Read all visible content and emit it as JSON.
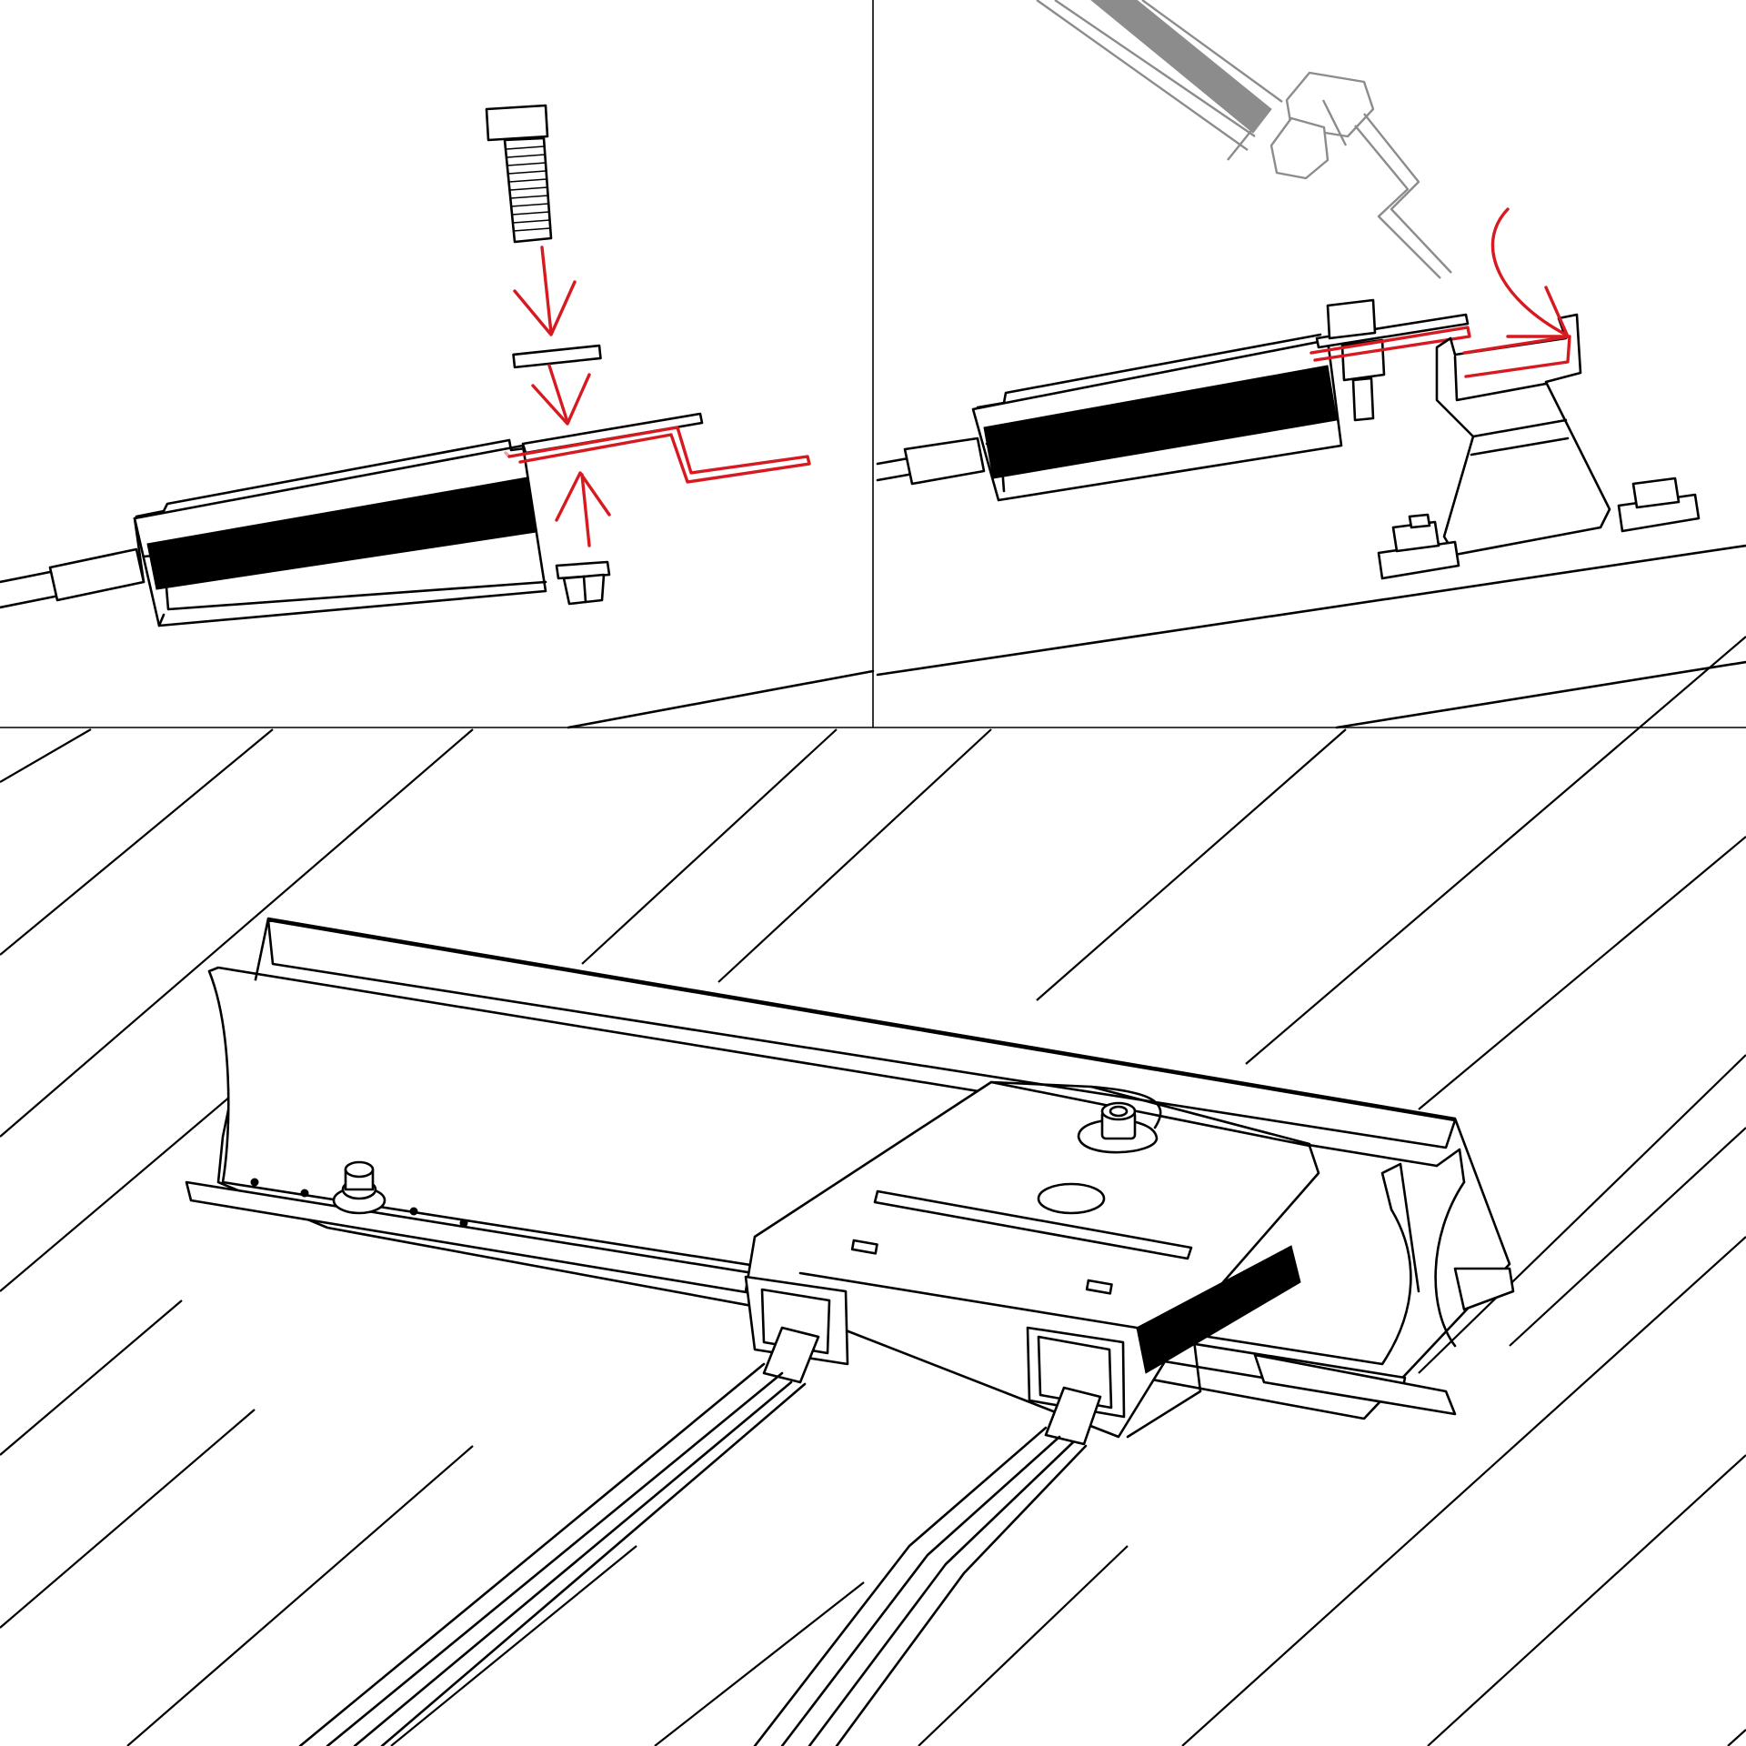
{
  "figure": {
    "kind": "assembly-instruction-illustration",
    "text": "",
    "colors": {
      "line": "#000000",
      "accent": "#d71920",
      "ghost": "#8c8c8c",
      "background": "#ffffff"
    }
  },
  "panels": [
    {
      "id": "step-fasten-bracket",
      "icons": [
        "hex-socket-bolt-icon",
        "washer-icon",
        "z-bracket-icon",
        "flange-nut-icon",
        "rail-profile-icon",
        "cable-icon"
      ],
      "arrows": [
        "arrow-down-bolt",
        "arrow-down-washer",
        "arrow-up-nut"
      ]
    },
    {
      "id": "step-hook-bracket-into-rail",
      "icons": [
        "ghost-bracket-icon",
        "fastened-bracket-icon",
        "mounting-rail-icon",
        "base-bolt-icon"
      ],
      "arrows": [
        "arrow-curved-hook-in"
      ]
    },
    {
      "id": "result-installed-assembly",
      "icons": [
        "deck-boards-icon",
        "mounting-rail-icon",
        "junction-box-icon",
        "cable-gland-icon",
        "cable-icon",
        "base-bolt-icon"
      ],
      "arrows": []
    }
  ]
}
